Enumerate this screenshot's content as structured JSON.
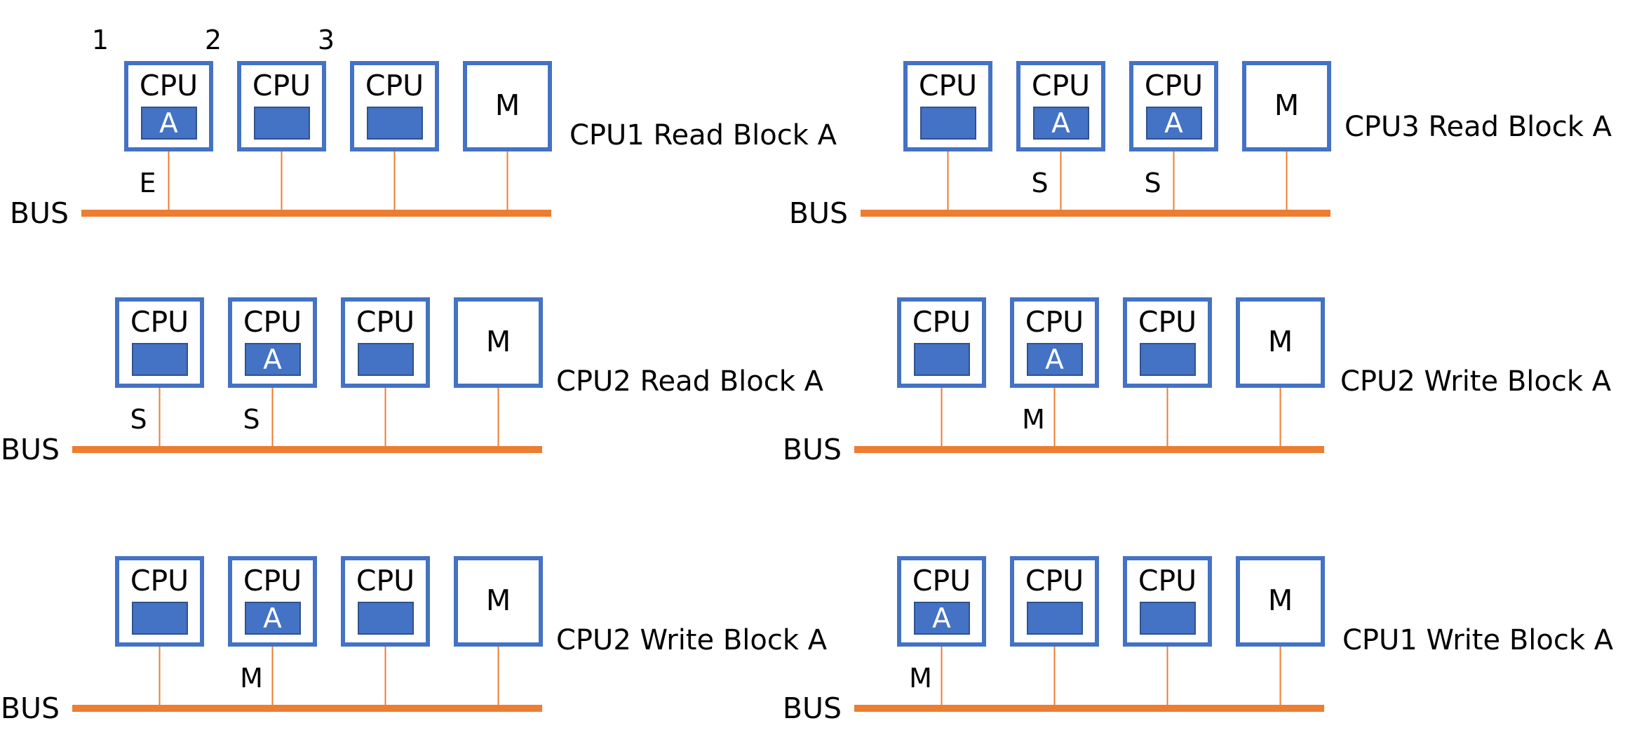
{
  "colors": {
    "box_stroke": "#4472C4",
    "cache_fill": "#4472C4",
    "cache_stroke": "#2F528F",
    "bus": "#ED7D31",
    "text": "#000000"
  },
  "labels": {
    "cpu": "CPU",
    "memory": "M",
    "bus": "BUS"
  },
  "cpu_numbers": [
    "1",
    "2",
    "3"
  ],
  "panels": [
    {
      "caption": "CPU1 Read Block A",
      "caches": [
        "A",
        "",
        ""
      ],
      "states": [
        "E",
        "",
        ""
      ]
    },
    {
      "caption": "CPU3 Read Block A",
      "caches": [
        "",
        "A",
        "A"
      ],
      "states": [
        "",
        "S",
        "S"
      ]
    },
    {
      "caption": "CPU2 Read Block A",
      "caches": [
        "",
        "A",
        ""
      ],
      "states": [
        "S",
        "S",
        ""
      ]
    },
    {
      "caption": "CPU2 Write Block A",
      "caches": [
        "",
        "A",
        ""
      ],
      "states": [
        "",
        "M",
        ""
      ]
    },
    {
      "caption": "CPU2 Write Block A",
      "caches": [
        "",
        "A",
        ""
      ],
      "states": [
        "",
        "M",
        ""
      ]
    },
    {
      "caption": "CPU1 Write Block A",
      "caches": [
        "A",
        "",
        ""
      ],
      "states": [
        "M",
        "",
        ""
      ]
    }
  ]
}
